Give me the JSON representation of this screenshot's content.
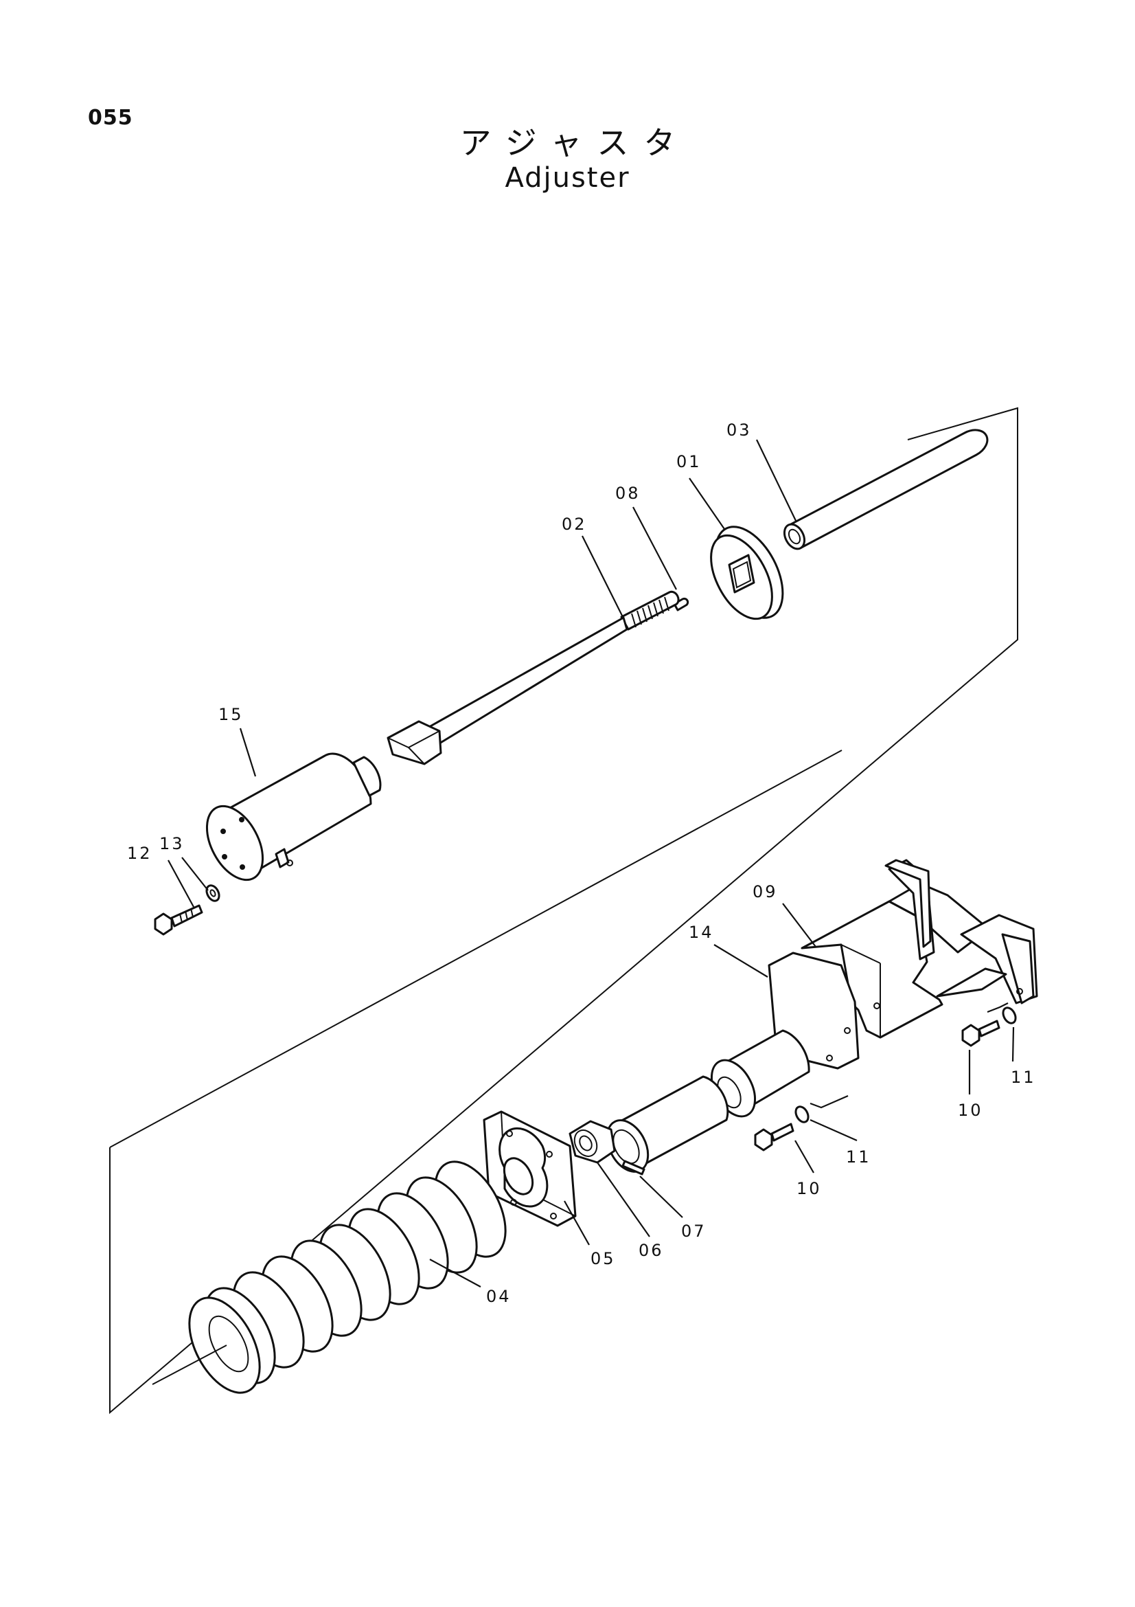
{
  "page": {
    "number": "055",
    "title_jp": "アジャスタ",
    "title_en": "Adjuster"
  },
  "callouts": [
    {
      "id": "01",
      "label": "01"
    },
    {
      "id": "02",
      "label": "02"
    },
    {
      "id": "03",
      "label": "03"
    },
    {
      "id": "04",
      "label": "04"
    },
    {
      "id": "05",
      "label": "05"
    },
    {
      "id": "06",
      "label": "06"
    },
    {
      "id": "07",
      "label": "07"
    },
    {
      "id": "08",
      "label": "08"
    },
    {
      "id": "09",
      "label": "09"
    },
    {
      "id": "10a",
      "label": "10"
    },
    {
      "id": "10b",
      "label": "10"
    },
    {
      "id": "11a",
      "label": "11"
    },
    {
      "id": "11b",
      "label": "11"
    },
    {
      "id": "12",
      "label": "12"
    },
    {
      "id": "13",
      "label": "13"
    },
    {
      "id": "14",
      "label": "14"
    },
    {
      "id": "15",
      "label": "15"
    }
  ]
}
